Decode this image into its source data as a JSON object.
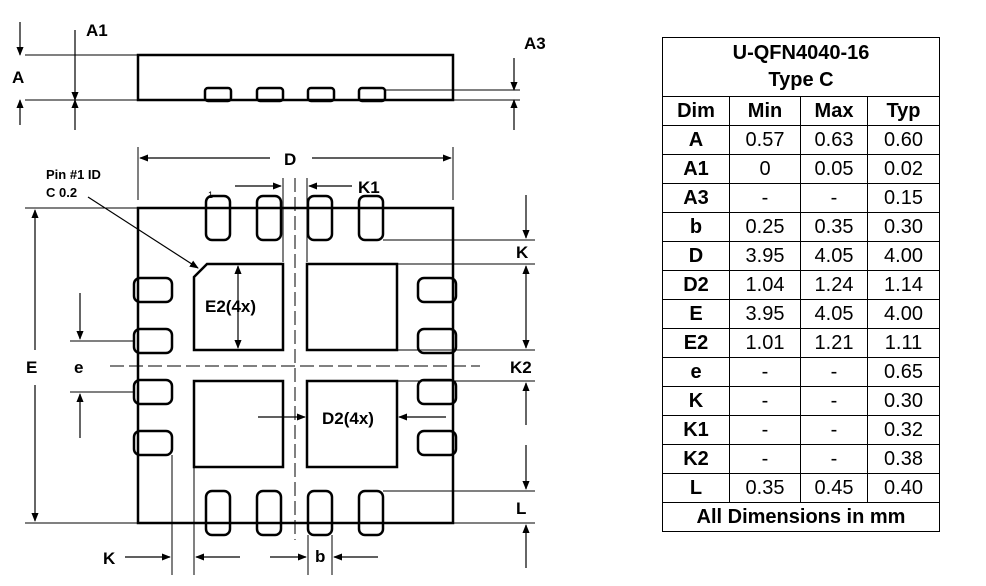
{
  "diagram": {
    "labels": {
      "a1": "A1",
      "a": "A",
      "a3": "A3",
      "d": "D",
      "pin1_line1": "Pin #1 ID",
      "pin1_line2": "C 0.2",
      "pin_one": "1",
      "k1": "K1",
      "k": "K",
      "e2": "E2(4x)",
      "e_big": "E",
      "e_small": "e",
      "k2": "K2",
      "d2": "D2(4x)",
      "l": "L",
      "k_bottom": "K",
      "b": "b"
    }
  },
  "table": {
    "title_line1": "U-QFN4040-16",
    "title_line2": "Type C",
    "headers": [
      "Dim",
      "Min",
      "Max",
      "Typ"
    ],
    "rows": [
      [
        "A",
        "0.57",
        "0.63",
        "0.60"
      ],
      [
        "A1",
        "0",
        "0.05",
        "0.02"
      ],
      [
        "A3",
        "-",
        "-",
        "0.15"
      ],
      [
        "b",
        "0.25",
        "0.35",
        "0.30"
      ],
      [
        "D",
        "3.95",
        "4.05",
        "4.00"
      ],
      [
        "D2",
        "1.04",
        "1.24",
        "1.14"
      ],
      [
        "E",
        "3.95",
        "4.05",
        "4.00"
      ],
      [
        "E2",
        "1.01",
        "1.21",
        "1.11"
      ],
      [
        "e",
        "-",
        "-",
        "0.65"
      ],
      [
        "K",
        "-",
        "-",
        "0.30"
      ],
      [
        "K1",
        "-",
        "-",
        "0.32"
      ],
      [
        "K2",
        "-",
        "-",
        "0.38"
      ],
      [
        "L",
        "0.35",
        "0.45",
        "0.40"
      ]
    ],
    "footer": "All Dimensions in mm"
  }
}
